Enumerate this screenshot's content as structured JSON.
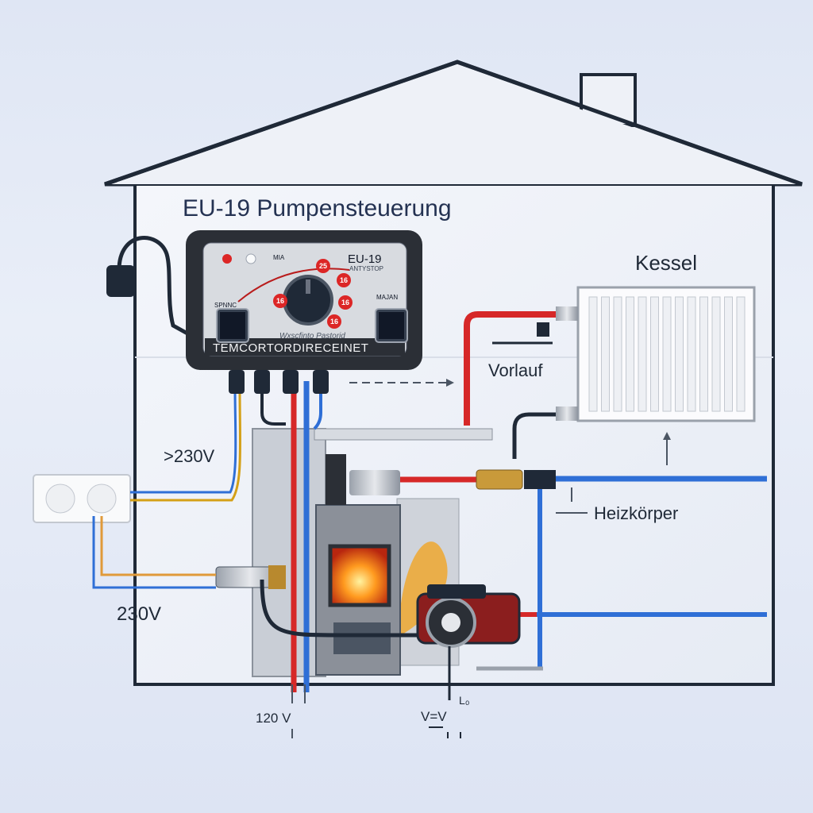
{
  "diagram": {
    "title": "EU-19 Pumpensteuerung",
    "labels": {
      "kessel": "Kessel",
      "vorlauf": "Vorlauf",
      "heizkoerper": "Heizkörper",
      "voltage_upper": ">230V",
      "voltage_lower": "230V",
      "voltage_bottom_left": "120 V",
      "voltage_bottom_right": "V=V",
      "bottom_right_top": "L₀"
    },
    "controller": {
      "model": "EU-19",
      "subtitle": "ANTYSTOP",
      "brand": "TEMCORTORDIRECEINET",
      "marquee": "Wxscfinto Pastorid",
      "mini_labels": [
        "MIA",
        "SPNNC",
        "MAJAN"
      ],
      "dial_numbers": [
        "25",
        "16",
        "16",
        "16",
        "16"
      ]
    },
    "colors": {
      "hot_pipe": "#d62828",
      "cold_pipe": "#2f6fd6",
      "house_outline": "#1f2937",
      "controller_body": "#2b2f36"
    }
  }
}
